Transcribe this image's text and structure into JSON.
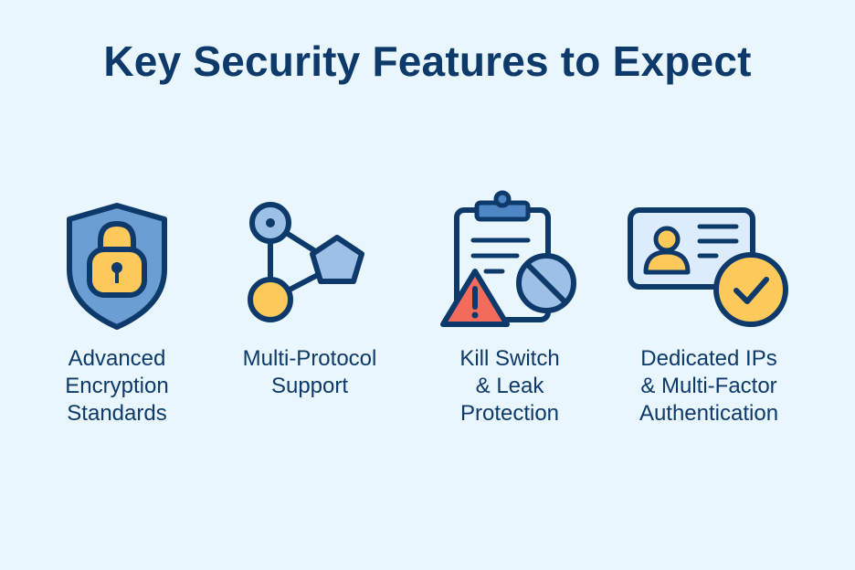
{
  "title": "Key Security Features to Expect",
  "colors": {
    "background": "#e9f6fd",
    "navy": "#0d3a6b",
    "blue_fill": "#6b9fd4",
    "light_blue_fill": "#9cc0e6",
    "yellow": "#fcc95a",
    "red": "#f26b5b",
    "card_fill": "#dcecfb"
  },
  "features": [
    {
      "icon": "shield-lock-icon",
      "label_lines": [
        "Advanced",
        "Encryption",
        "Standards"
      ]
    },
    {
      "icon": "protocol-network-icon",
      "label_lines": [
        "Multi-Protocol",
        "Support"
      ]
    },
    {
      "icon": "clipboard-warning-block-icon",
      "label_lines": [
        "Kill Switch",
        "& Leak",
        "Protection"
      ]
    },
    {
      "icon": "id-card-check-icon",
      "label_lines": [
        "Dedicated IPs",
        "& Multi-Factor",
        "Authentication"
      ]
    }
  ]
}
